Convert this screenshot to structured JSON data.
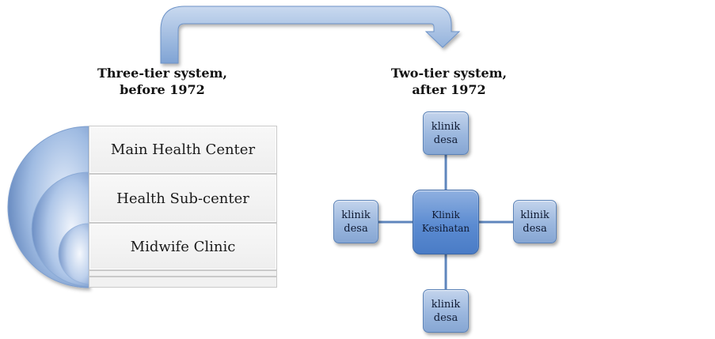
{
  "left_title": {
    "line1": "Three-tier system,",
    "line2": "before 1972"
  },
  "right_title": {
    "line1": "Two-tier system,",
    "line2": "after 1972"
  },
  "tiers": [
    "Main Health Center",
    "Health Sub-center",
    "Midwife Clinic"
  ],
  "center_node": {
    "line1": "Klinik",
    "line2": "Kesihatan"
  },
  "satellites": {
    "top": {
      "line1": "klinik",
      "line2": "desa"
    },
    "left": {
      "line1": "klinik",
      "line2": "desa"
    },
    "right": {
      "line1": "klinik",
      "line2": "desa"
    },
    "bottom": {
      "line1": "klinik",
      "line2": "desa"
    }
  },
  "colors": {
    "node_fill": "#9bb7de",
    "center_fill": "#5b8bd1",
    "connector": "#5f86bd",
    "arrow": "#8fb0dc"
  }
}
